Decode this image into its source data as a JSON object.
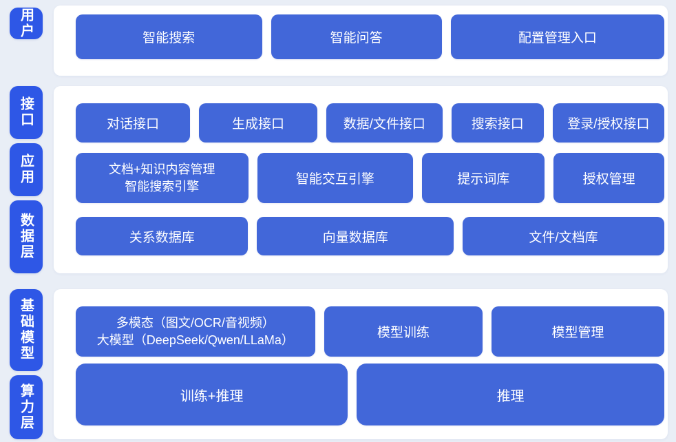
{
  "colors": {
    "background": "#e9eef6",
    "panel": "#ffffff",
    "side_label_blue": "#2e57e6",
    "block_blue": "#4267d9",
    "text": "#ffffff"
  },
  "layers": {
    "user": {
      "side_label": "用户",
      "buttons": [
        "智能搜索",
        "智能问答",
        "配置管理入口"
      ]
    },
    "middle": {
      "side_labels": [
        "接口",
        "应用",
        "数据层"
      ],
      "interface_row": [
        "对话接口",
        "生成接口",
        "数据/文件接口",
        "搜索接口",
        "登录/授权接口"
      ],
      "application_row": {
        "doc_line1": "文档+知识内容管理",
        "doc_line2": "智能搜索引擎",
        "others": [
          "智能交互引擎",
          "提示词库",
          "授权管理"
        ]
      },
      "data_row": [
        "关系数据库",
        "向量数据库",
        "文件/文档库"
      ]
    },
    "bottom": {
      "side_labels": [
        "基础模型",
        "算力层"
      ],
      "model_row": {
        "multimodal_line1": "多模态（图文/OCR/音视频）",
        "multimodal_line2": "大模型（DeepSeek/Qwen/LLaMa）",
        "others": [
          "模型训练",
          "模型管理"
        ]
      },
      "compute_row": [
        "训练+推理",
        "推理"
      ]
    }
  }
}
